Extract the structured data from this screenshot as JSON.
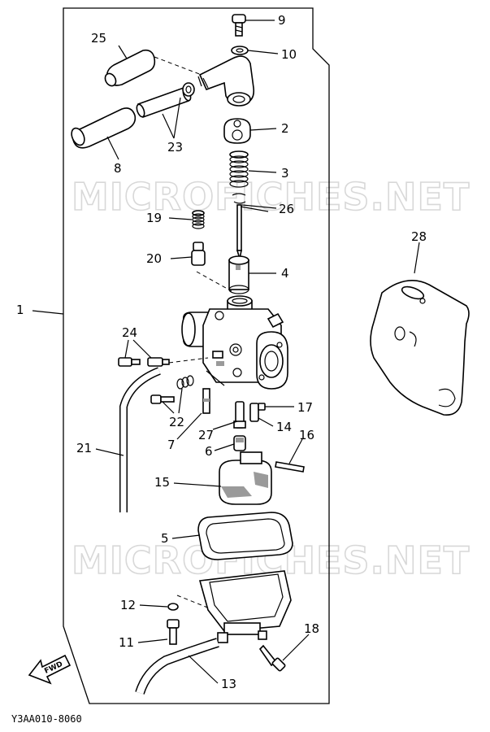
{
  "diagram": {
    "reference_code": "Y3AA010-8060",
    "watermarks": [
      "MICROFICHES.NET",
      "MICROFICHES.NET"
    ],
    "direction_label": "FWD",
    "callouts": [
      {
        "id": "c1",
        "label": "1"
      },
      {
        "id": "c2",
        "label": "2"
      },
      {
        "id": "c3",
        "label": "3"
      },
      {
        "id": "c4",
        "label": "4"
      },
      {
        "id": "c5",
        "label": "5"
      },
      {
        "id": "c6",
        "label": "6"
      },
      {
        "id": "c7",
        "label": "7"
      },
      {
        "id": "c8",
        "label": "8"
      },
      {
        "id": "c9",
        "label": "9"
      },
      {
        "id": "c10",
        "label": "10"
      },
      {
        "id": "c11",
        "label": "11"
      },
      {
        "id": "c12",
        "label": "12"
      },
      {
        "id": "c13",
        "label": "13"
      },
      {
        "id": "c14",
        "label": "14"
      },
      {
        "id": "c15",
        "label": "15"
      },
      {
        "id": "c16",
        "label": "16"
      },
      {
        "id": "c17",
        "label": "17"
      },
      {
        "id": "c18",
        "label": "18"
      },
      {
        "id": "c19",
        "label": "19"
      },
      {
        "id": "c20",
        "label": "20"
      },
      {
        "id": "c21",
        "label": "21"
      },
      {
        "id": "c22",
        "label": "22"
      },
      {
        "id": "c23",
        "label": "23"
      },
      {
        "id": "c24",
        "label": "24"
      },
      {
        "id": "c25",
        "label": "25"
      },
      {
        "id": "c26",
        "label": "26"
      },
      {
        "id": "c27",
        "label": "27"
      },
      {
        "id": "c28",
        "label": "28"
      }
    ]
  }
}
